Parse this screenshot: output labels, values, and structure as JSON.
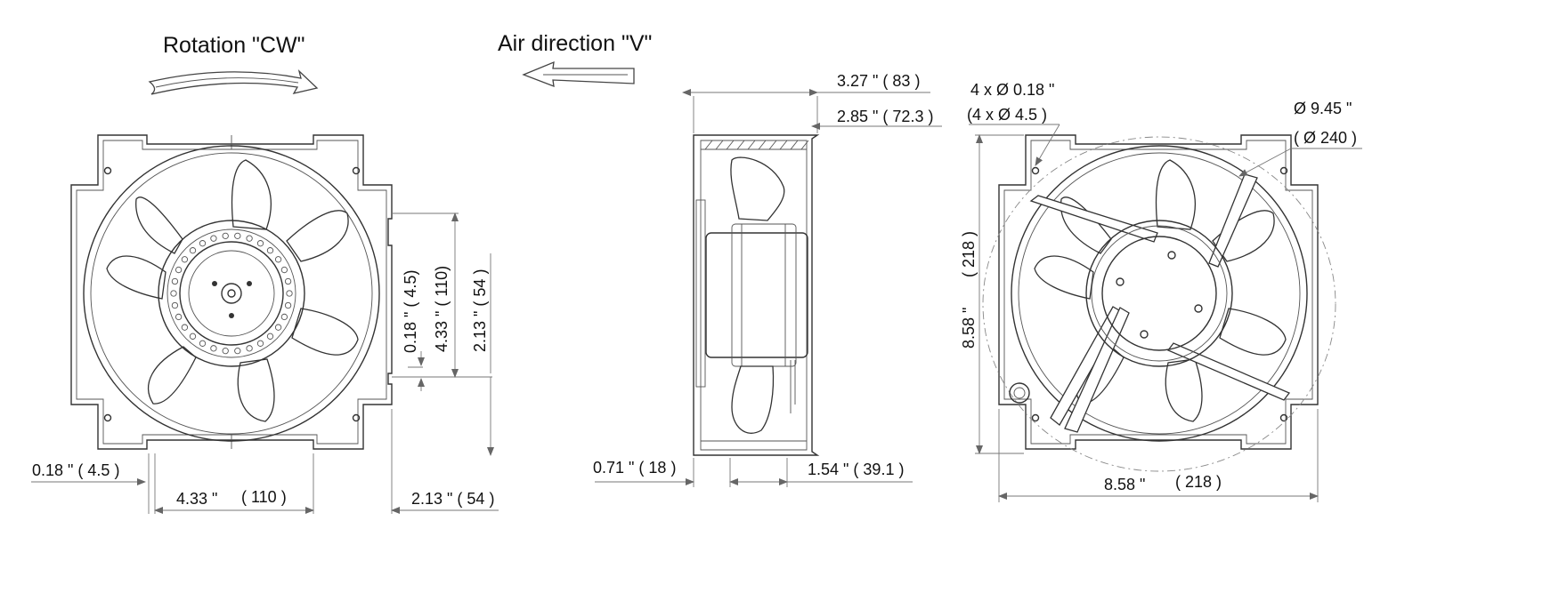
{
  "labels": {
    "rotation": "Rotation \"CW\"",
    "air_direction": "Air direction \"V\""
  },
  "front_view": {
    "hole_offset_v": "0.18 \" ( 4.5)",
    "half_height": "4.33 \"  ( 110)",
    "center_height": "2.13 \" ( 54 )",
    "hole_offset_h": "0.18 \" ( 4.5 )",
    "half_width_in": "4.33 \"",
    "half_width_mm": "( 110 )",
    "center_width": "2.13 \" ( 54 )"
  },
  "side_view": {
    "total_depth": "3.27 \" ( 83 )",
    "frame_depth": "2.85 \" ( 72.3 )",
    "flange_depth": "0.71 \" ( 18 )",
    "hub_depth": "1.54 \" ( 39.1 )"
  },
  "rear_view": {
    "holes_in": "4 x Ø 0.18 \"",
    "holes_mm": "(4 x Ø 4.5 )",
    "diameter_in": "Ø 9.45 \"",
    "diameter_mm": "( Ø 240 )",
    "height_in": "8.58 \"",
    "height_mm": "( 218 )",
    "width_in": "8.58 \"",
    "width_mm": "( 218 )"
  }
}
